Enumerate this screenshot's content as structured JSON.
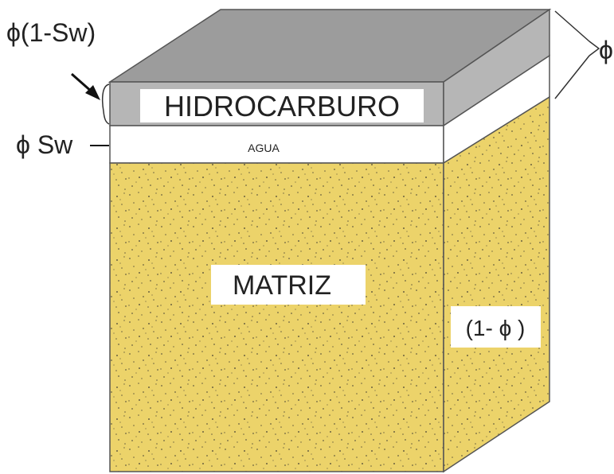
{
  "diagram": {
    "layers": {
      "hydrocarbon": {
        "label": "HIDROCARBURO"
      },
      "water": {
        "label": "AGUA"
      },
      "matrix": {
        "label": "MATRIZ"
      }
    },
    "annotations": {
      "hydrocarbon_fraction": "ϕ(1-Sw)",
      "water_fraction": "ϕ Sw",
      "porosity": "ϕ",
      "matrix_fraction": "(1- ϕ )"
    },
    "colors": {
      "hydrocarbon_top": "#9c9c9c",
      "hydrocarbon_front": "#b6b6b6",
      "water": "#ffffff",
      "matrix": "#ecd36a",
      "grain": "#6b6240",
      "outline": "#333333"
    }
  }
}
